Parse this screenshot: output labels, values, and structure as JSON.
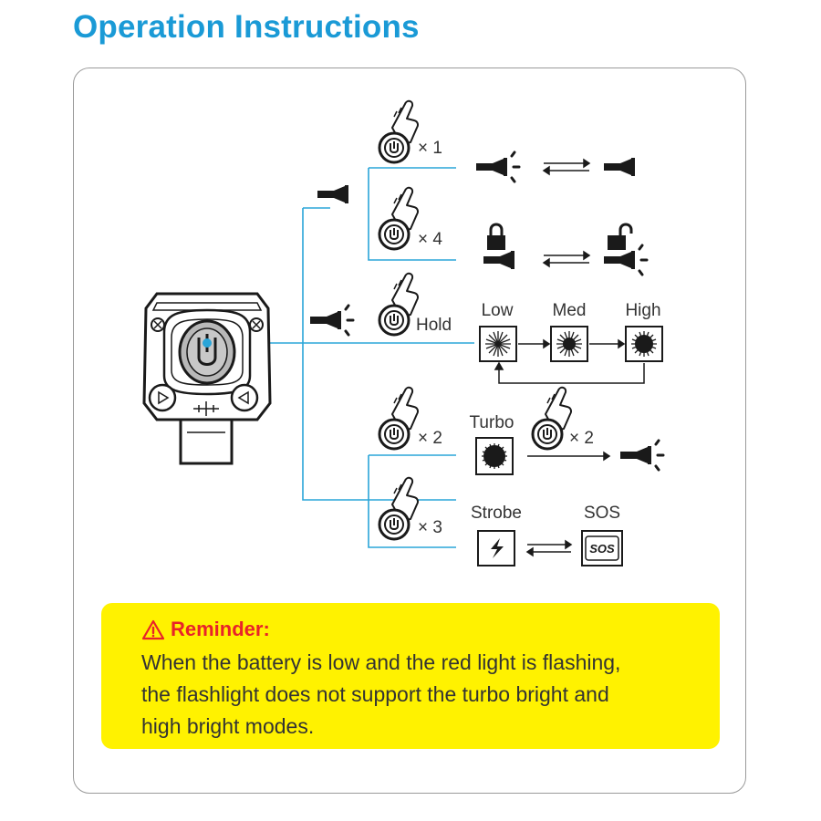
{
  "page": {
    "title": "Operation Instructions"
  },
  "diagram": {
    "device": {
      "name": "headlamp"
    },
    "branches": {
      "click1": {
        "count": "× 1"
      },
      "click4": {
        "count": "× 4"
      },
      "hold": {
        "label": "Hold"
      },
      "click2": {
        "count": "× 2"
      },
      "click3": {
        "count": "× 3"
      }
    },
    "modes": {
      "low": "Low",
      "med": "Med",
      "high": "High",
      "turbo": "Turbo",
      "strobe": "Strobe",
      "sos": "SOS"
    },
    "turbo_exit_count": "× 2",
    "sos_badge": "SOS"
  },
  "reminder": {
    "title": "Reminder:",
    "lines": [
      "When the battery is low and the red light is flashing,",
      "the flashlight does not support the turbo bright and",
      "high bright modes."
    ]
  },
  "colors": {
    "title": "#1a9ad6",
    "connector": "#2aa5d8",
    "reminder_bg": "#fff200",
    "reminder_title": "#e8232a",
    "ink": "#1a1a1a"
  },
  "icons": [
    "tap-finger-icon",
    "power-button-icon",
    "flashlight-off-icon",
    "flashlight-on-icon",
    "lock-icon",
    "unlock-icon",
    "warning-icon"
  ]
}
